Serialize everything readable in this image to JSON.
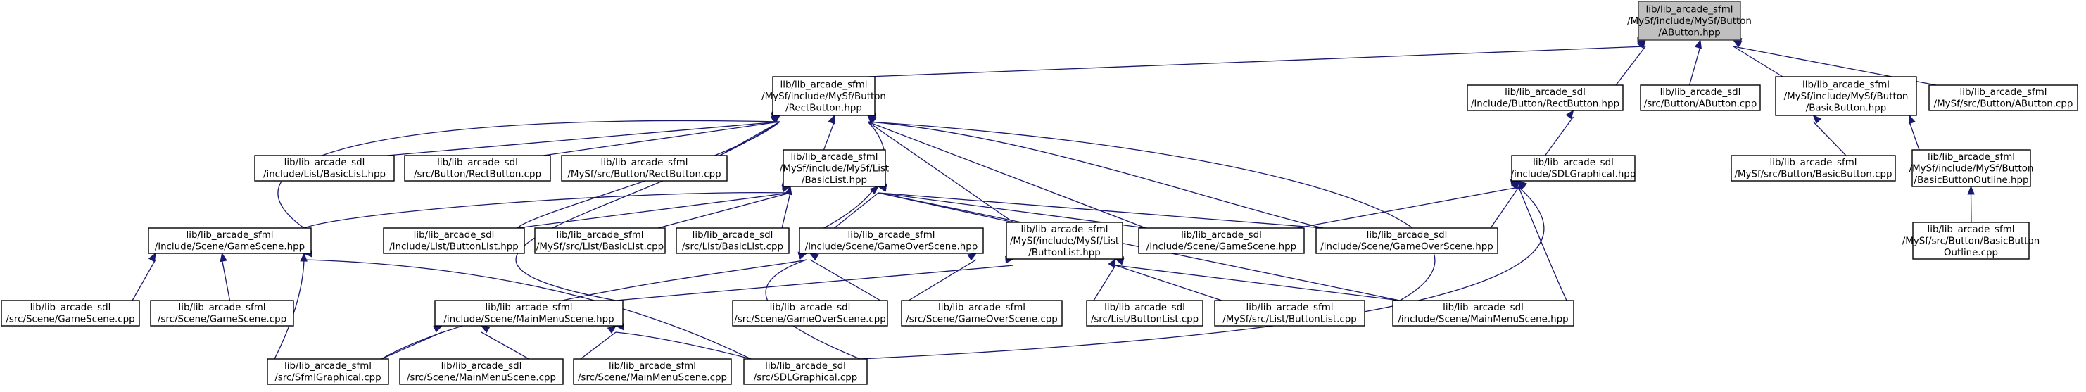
{
  "graph": {
    "colors": {
      "edge": "#191970",
      "node_border": "#000000",
      "root_fill": "#bfbfbf",
      "root_border": "#404040",
      "background": "#ffffff"
    },
    "nodes": [
      {
        "id": "abutton_hpp",
        "label": [
          "lib/lib_arcade_sfml",
          "/MySf/include/MySf/Button",
          "/AButton.hpp"
        ],
        "root": true
      },
      {
        "id": "sfml_rectbutton_hpp",
        "label": [
          "lib/lib_arcade_sfml",
          "/MySf/include/MySf/Button",
          "/RectButton.hpp"
        ]
      },
      {
        "id": "sdl_rectbutton_hpp",
        "label": [
          "lib/lib_arcade_sdl",
          "/include/Button/RectButton.hpp"
        ]
      },
      {
        "id": "sdl_abutton_cpp",
        "label": [
          "lib/lib_arcade_sdl",
          "/src/Button/AButton.cpp"
        ]
      },
      {
        "id": "sfml_basicbutton_hpp",
        "label": [
          "lib/lib_arcade_sfml",
          "/MySf/include/MySf/Button",
          "/BasicButton.hpp"
        ]
      },
      {
        "id": "sfml_abutton_cpp",
        "label": [
          "lib/lib_arcade_sfml",
          "/MySf/src/Button/AButton.cpp"
        ]
      },
      {
        "id": "sdl_basiclist_hpp",
        "label": [
          "lib/lib_arcade_sdl",
          "/include/List/BasicList.hpp"
        ]
      },
      {
        "id": "sdl_rectbutton_cpp",
        "label": [
          "lib/lib_arcade_sdl",
          "/src/Button/RectButton.cpp"
        ]
      },
      {
        "id": "sfml_rectbutton_cpp",
        "label": [
          "lib/lib_arcade_sfml",
          "/MySf/src/Button/RectButton.cpp"
        ]
      },
      {
        "id": "sfml_basiclist_hpp",
        "label": [
          "lib/lib_arcade_sfml",
          "/MySf/include/MySf/List",
          "/BasicList.hpp"
        ]
      },
      {
        "id": "sdl_sdlgraphical_hpp",
        "label": [
          "lib/lib_arcade_sdl",
          "/include/SDLGraphical.hpp"
        ]
      },
      {
        "id": "sfml_basicbutton_cpp",
        "label": [
          "lib/lib_arcade_sfml",
          "/MySf/src/Button/BasicButton.cpp"
        ]
      },
      {
        "id": "sfml_basicbuttonoutline_hpp",
        "label": [
          "lib/lib_arcade_sfml",
          "/MySf/include/MySf/Button",
          "/BasicButtonOutline.hpp"
        ]
      },
      {
        "id": "sfml_gamescene_hpp",
        "label": [
          "lib/lib_arcade_sfml",
          "/include/Scene/GameScene.hpp"
        ]
      },
      {
        "id": "sdl_buttonlist_hpp",
        "label": [
          "lib/lib_arcade_sdl",
          "/include/List/ButtonList.hpp"
        ]
      },
      {
        "id": "sfml_basiclist_cpp",
        "label": [
          "lib/lib_arcade_sfml",
          "/MySf/src/List/BasicList.cpp"
        ]
      },
      {
        "id": "sdl_basiclist_cpp",
        "label": [
          "lib/lib_arcade_sdl",
          "/src/List/BasicList.cpp"
        ]
      },
      {
        "id": "sfml_gameoverscene_hpp",
        "label": [
          "lib/lib_arcade_sfml",
          "/include/Scene/GameOverScene.hpp"
        ]
      },
      {
        "id": "sfml_buttonlist_hpp",
        "label": [
          "lib/lib_arcade_sfml",
          "/MySf/include/MySf/List",
          "/ButtonList.hpp"
        ]
      },
      {
        "id": "sdl_gamescene_hpp",
        "label": [
          "lib/lib_arcade_sdl",
          "/include/Scene/GameScene.hpp"
        ]
      },
      {
        "id": "sdl_gameoverscene_hpp",
        "label": [
          "lib/lib_arcade_sdl",
          "/include/Scene/GameOverScene.hpp"
        ]
      },
      {
        "id": "sfml_basicbuttonoutline_cpp",
        "label": [
          "lib/lib_arcade_sfml",
          "/MySf/src/Button/BasicButton",
          "Outline.cpp"
        ]
      },
      {
        "id": "sdl_gamescene_cpp",
        "label": [
          "lib/lib_arcade_sdl",
          "/src/Scene/GameScene.cpp"
        ]
      },
      {
        "id": "sfml_gamescene_cpp",
        "label": [
          "lib/lib_arcade_sfml",
          "/src/Scene/GameScene.cpp"
        ]
      },
      {
        "id": "sfml_mainmenuscene_hpp",
        "label": [
          "lib/lib_arcade_sfml",
          "/include/Scene/MainMenuScene.hpp"
        ]
      },
      {
        "id": "sdl_gameoverscene_cpp",
        "label": [
          "lib/lib_arcade_sdl",
          "/src/Scene/GameOverScene.cpp"
        ]
      },
      {
        "id": "sfml_gameoverscene_cpp",
        "label": [
          "lib/lib_arcade_sfml",
          "/src/Scene/GameOverScene.cpp"
        ]
      },
      {
        "id": "sdl_buttonlist_cpp",
        "label": [
          "lib/lib_arcade_sdl",
          "/src/List/ButtonList.cpp"
        ]
      },
      {
        "id": "sfml_buttonlist_cpp",
        "label": [
          "lib/lib_arcade_sfml",
          "/MySf/src/List/ButtonList.cpp"
        ]
      },
      {
        "id": "sdl_mainmenuscene_hpp",
        "label": [
          "lib/lib_arcade_sdl",
          "/include/Scene/MainMenuScene.hpp"
        ]
      },
      {
        "id": "sfml_sfmlgraphical_cpp",
        "label": [
          "lib/lib_arcade_sfml",
          "/src/SfmlGraphical.cpp"
        ]
      },
      {
        "id": "sdl_mainmenuscene_cpp",
        "label": [
          "lib/lib_arcade_sdl",
          "/src/Scene/MainMenuScene.cpp"
        ]
      },
      {
        "id": "sfml_mainmenuscene_cpp",
        "label": [
          "lib/lib_arcade_sfml",
          "/src/Scene/MainMenuScene.cpp"
        ]
      },
      {
        "id": "sdl_sdlgraphical_cpp",
        "label": [
          "lib/lib_arcade_sdl",
          "/src/SDLGraphical.cpp"
        ]
      }
    ],
    "edges": [
      [
        "sfml_rectbutton_hpp",
        "abutton_hpp"
      ],
      [
        "sdl_rectbutton_hpp",
        "abutton_hpp"
      ],
      [
        "sdl_abutton_cpp",
        "abutton_hpp"
      ],
      [
        "sfml_basicbutton_hpp",
        "abutton_hpp"
      ],
      [
        "sfml_abutton_cpp",
        "abutton_hpp"
      ],
      [
        "sdl_basiclist_hpp",
        "sfml_rectbutton_hpp"
      ],
      [
        "sdl_rectbutton_cpp",
        "sfml_rectbutton_hpp"
      ],
      [
        "sfml_rectbutton_cpp",
        "sfml_rectbutton_hpp"
      ],
      [
        "sfml_basiclist_hpp",
        "sfml_rectbutton_hpp"
      ],
      [
        "sfml_gamescene_hpp",
        "sfml_rectbutton_hpp"
      ],
      [
        "sdl_buttonlist_hpp",
        "sfml_rectbutton_hpp"
      ],
      [
        "sfml_gameoverscene_hpp",
        "sfml_rectbutton_hpp"
      ],
      [
        "sfml_buttonlist_hpp",
        "sfml_rectbutton_hpp"
      ],
      [
        "sdl_gamescene_hpp",
        "sfml_rectbutton_hpp"
      ],
      [
        "sdl_gameoverscene_hpp",
        "sfml_rectbutton_hpp"
      ],
      [
        "sfml_mainmenuscene_hpp",
        "sfml_rectbutton_hpp"
      ],
      [
        "sdl_mainmenuscene_hpp",
        "sfml_rectbutton_hpp"
      ],
      [
        "sdl_sdlgraphical_hpp",
        "sdl_rectbutton_hpp"
      ],
      [
        "sfml_basicbutton_cpp",
        "sfml_basicbutton_hpp"
      ],
      [
        "sfml_basicbuttonoutline_hpp",
        "sfml_basicbutton_hpp"
      ],
      [
        "sfml_basicbuttonoutline_cpp",
        "sfml_basicbuttonoutline_hpp"
      ],
      [
        "sfml_gamescene_hpp",
        "sfml_basiclist_hpp"
      ],
      [
        "sdl_buttonlist_hpp",
        "sfml_basiclist_hpp"
      ],
      [
        "sfml_basiclist_cpp",
        "sfml_basiclist_hpp"
      ],
      [
        "sdl_basiclist_cpp",
        "sfml_basiclist_hpp"
      ],
      [
        "sfml_gameoverscene_hpp",
        "sfml_basiclist_hpp"
      ],
      [
        "sfml_buttonlist_hpp",
        "sfml_basiclist_hpp"
      ],
      [
        "sdl_gamescene_hpp",
        "sfml_basiclist_hpp"
      ],
      [
        "sdl_gameoverscene_hpp",
        "sfml_basiclist_hpp"
      ],
      [
        "sdl_mainmenuscene_hpp",
        "sfml_basiclist_hpp"
      ],
      [
        "sdl_gamescene_hpp",
        "sdl_sdlgraphical_hpp"
      ],
      [
        "sdl_gameoverscene_hpp",
        "sdl_sdlgraphical_hpp"
      ],
      [
        "sdl_mainmenuscene_hpp",
        "sdl_sdlgraphical_hpp"
      ],
      [
        "sdl_sdlgraphical_cpp",
        "sdl_sdlgraphical_hpp"
      ],
      [
        "sdl_gamescene_cpp",
        "sfml_gamescene_hpp"
      ],
      [
        "sfml_gamescene_cpp",
        "sfml_gamescene_hpp"
      ],
      [
        "sfml_sfmlgraphical_cpp",
        "sfml_gamescene_hpp"
      ],
      [
        "sdl_sdlgraphical_cpp",
        "sfml_gamescene_hpp"
      ],
      [
        "sdl_gameoverscene_cpp",
        "sfml_gameoverscene_hpp"
      ],
      [
        "sfml_gameoverscene_cpp",
        "sfml_gameoverscene_hpp"
      ],
      [
        "sfml_sfmlgraphical_cpp",
        "sfml_gameoverscene_hpp"
      ],
      [
        "sdl_sdlgraphical_cpp",
        "sfml_gameoverscene_hpp"
      ],
      [
        "sfml_mainmenuscene_hpp",
        "sfml_buttonlist_hpp"
      ],
      [
        "sdl_buttonlist_cpp",
        "sfml_buttonlist_hpp"
      ],
      [
        "sfml_buttonlist_cpp",
        "sfml_buttonlist_hpp"
      ],
      [
        "sdl_mainmenuscene_hpp",
        "sfml_buttonlist_hpp"
      ],
      [
        "sfml_sfmlgraphical_cpp",
        "sfml_mainmenuscene_hpp"
      ],
      [
        "sdl_mainmenuscene_cpp",
        "sfml_mainmenuscene_hpp"
      ],
      [
        "sfml_mainmenuscene_cpp",
        "sfml_mainmenuscene_hpp"
      ],
      [
        "sdl_sdlgraphical_cpp",
        "sfml_mainmenuscene_hpp"
      ]
    ]
  }
}
